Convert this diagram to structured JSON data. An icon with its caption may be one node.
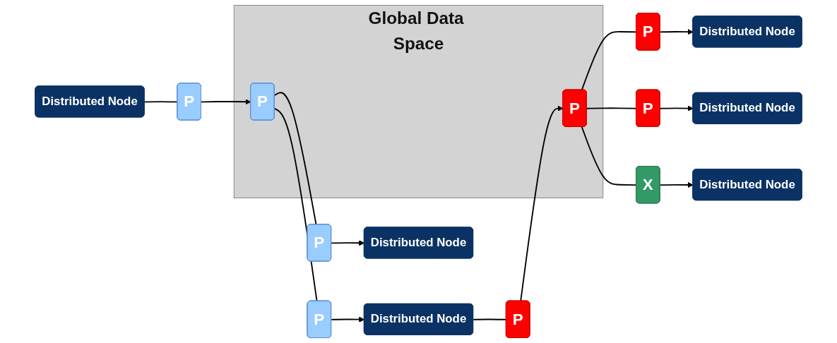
{
  "diagram": {
    "nodes": [
      {
        "text": [
          "Distributed Node"
        ]
      },
      {
        "text": [
          "Distributed Node"
        ]
      },
      {
        "text": [
          "Global Data Space"
        ]
      },
      {
        "text": [
          "P"
        ]
      },
      {
        "text": [
          "P"
        ],
        "in": 2
      },
      {
        "text": [
          "P"
        ]
      },
      {
        "text": [
          "P"
        ],
        "in": 2
      },
      {
        "text": [
          "P"
        ]
      },
      {
        "text": [
          "P"
        ]
      },
      {
        "text": [
          "P"
        ]
      },
      {
        "text": [
          "X"
        ]
      },
      {
        "text": [
          "P"
        ]
      },
      {
        "text": [
          "Distributed Node"
        ]
      },
      {
        "text": [
          "Distributed Node"
        ]
      },
      {
        "text": [
          "Distributed Node"
        ]
      },
      {
        "text": [
          "Distributed Node"
        ]
      }
    ],
    "edges": [
      {
        "from": 0,
        "to": 3,
        "arrow": "none"
      },
      {
        "from": 3,
        "to": 4,
        "arrow": "to"
      },
      {
        "from": 4,
        "to": 8,
        "arrow": "none"
      },
      {
        "from": 8,
        "to": 12,
        "arrow": "to"
      },
      {
        "from": 4,
        "to": 9,
        "arrow": "none"
      },
      {
        "from": 9,
        "to": 13,
        "arrow": "to"
      },
      {
        "from": 4,
        "to": 10,
        "arrow": "none"
      },
      {
        "from": 10,
        "to": 14,
        "arrow": "to"
      },
      {
        "from": 15,
        "to": 11,
        "arrow": "none"
      },
      {
        "from": 11,
        "to": 6,
        "arrow": "to"
      },
      {
        "from": 6,
        "to": 5,
        "arrow": "none"
      },
      {
        "from": 5,
        "to": 0,
        "arrow": "to"
      },
      {
        "from": 6,
        "to": 7,
        "arrow": "none"
      },
      {
        "from": 7,
        "to": 1,
        "arrow": "to"
      }
    ]
  }
}
